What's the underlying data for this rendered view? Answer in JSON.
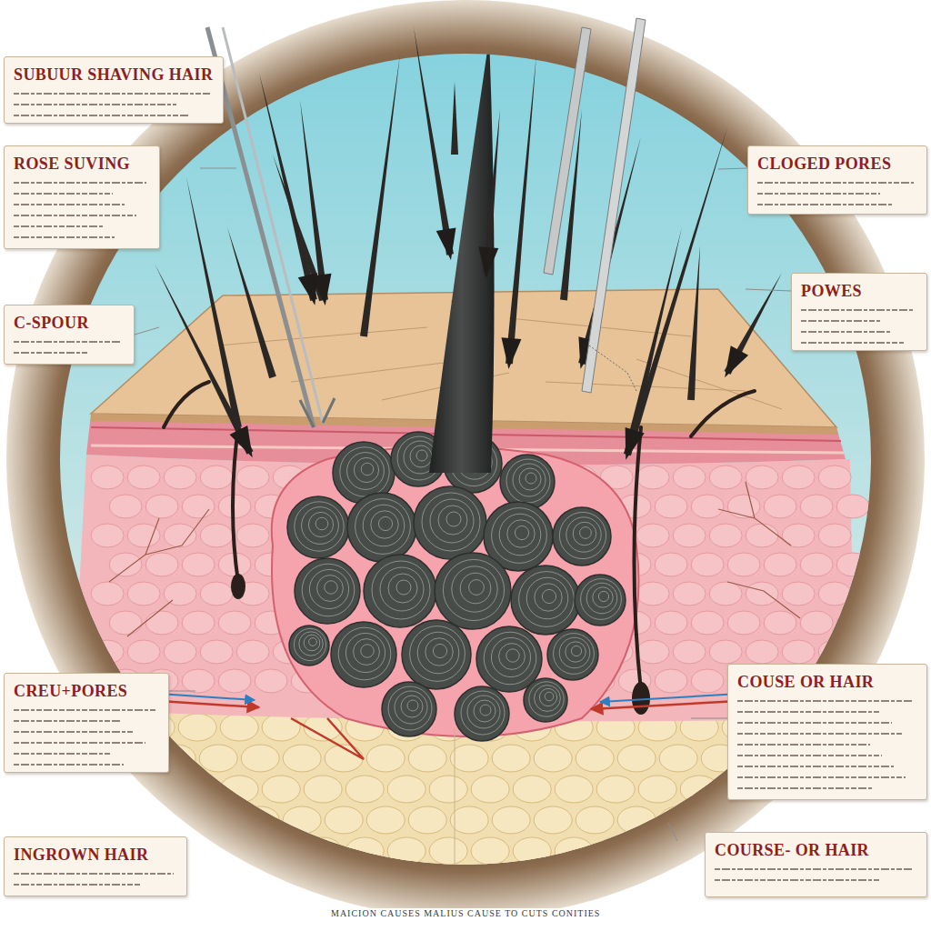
{
  "diagram": {
    "caption": "MAICION CAUSES MALIUS CAUSE TO CUTS CONITIES",
    "nodes": [
      {
        "text": [
          "SUBUUR SHAVING HAIR"
        ]
      },
      {
        "text": [
          "ROSE SUVING"
        ]
      },
      {
        "text": [
          "C-SPOUR"
        ]
      },
      {
        "text": [
          "CREU+PORES"
        ]
      },
      {
        "text": [
          "INGROWN HAIR"
        ]
      },
      {
        "text": [
          "CLOGED PORES"
        ]
      },
      {
        "text": [
          "POWES"
        ]
      },
      {
        "text": [
          "COUSE OR HAIR"
        ]
      },
      {
        "text": [
          "COURSE- OR HAIR"
        ]
      }
    ]
  }
}
